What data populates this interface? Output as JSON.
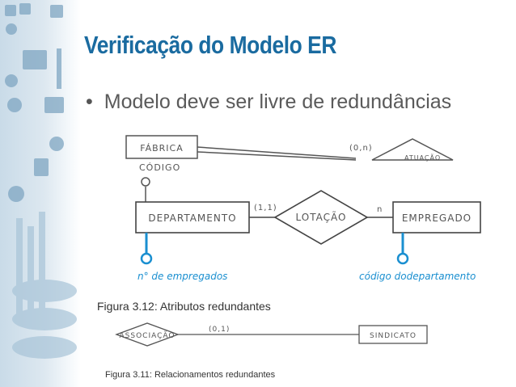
{
  "title": "Verificação do Modelo ER",
  "bullet": "Modelo deve ser livre de redundâncias",
  "diagram": {
    "top_entity": "FÁBRICA",
    "top_card": "(0,n)",
    "top_rel": "ATUAÇÃO",
    "top_attr": "CÓDIGO",
    "entity_left": "DEPARTAMENTO",
    "relationship": "LOTAÇÃO",
    "entity_right": "EMPREGADO",
    "card_left": "(1,1)",
    "card_right": "n",
    "attr_left": "n° de empregados",
    "attr_right": "código dodepartamento",
    "caption_1": "Figura 3.12: Atributos redundantes",
    "bottom_rel": "ASSOCIAÇÃO",
    "bottom_card": "(0,1)",
    "bottom_entity": "SINDICATO",
    "caption_2": "Figura 3.11: Relacionamentos redundantes"
  },
  "colors": {
    "title": "#1a6ba0",
    "attr_blue": "#1a8fd0",
    "line": "#555555"
  }
}
